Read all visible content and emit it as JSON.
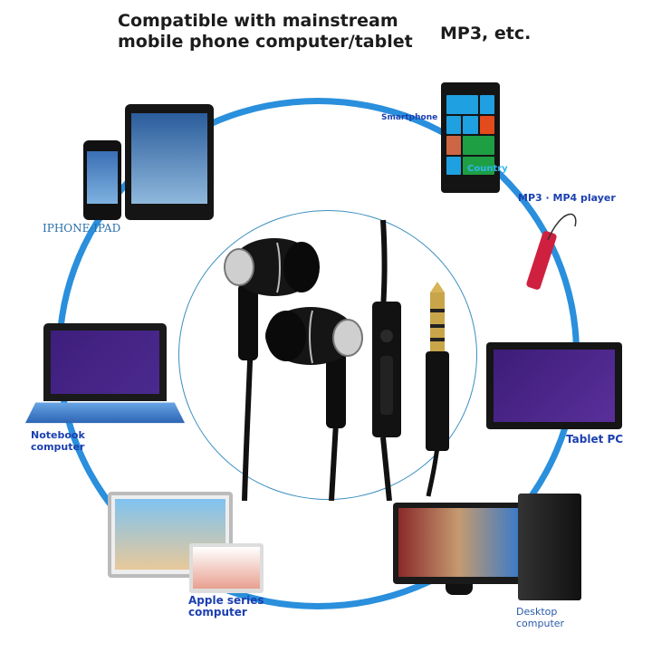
{
  "header": {
    "title_line1": "Compatible with mainstream",
    "title_line2": "mobile phone computer/tablet",
    "title_right": "MP3, etc."
  },
  "devices": [
    {
      "id": "iphone-ipad",
      "label": "IPHONE·IPAD"
    },
    {
      "id": "smartphone",
      "label": "Smartphone",
      "screen_text": "Country"
    },
    {
      "id": "mp3-mp4",
      "label": "MP3 · MP4 player"
    },
    {
      "id": "notebook",
      "label_line1": "Notebook",
      "label_line2": "computer"
    },
    {
      "id": "tablet-pc",
      "label": "Tablet PC"
    },
    {
      "id": "apple",
      "label_line1": "Apple series",
      "label_line2": "computer"
    },
    {
      "id": "desktop",
      "label_line1": "Desktop",
      "label_line2": "computer"
    }
  ],
  "product": {
    "name": "in-ear earphones with inline mic and 3.5mm jack"
  },
  "colors": {
    "ring": "#2a8fdc",
    "label": "#1b3fb0",
    "title": "#1c1c1c"
  }
}
